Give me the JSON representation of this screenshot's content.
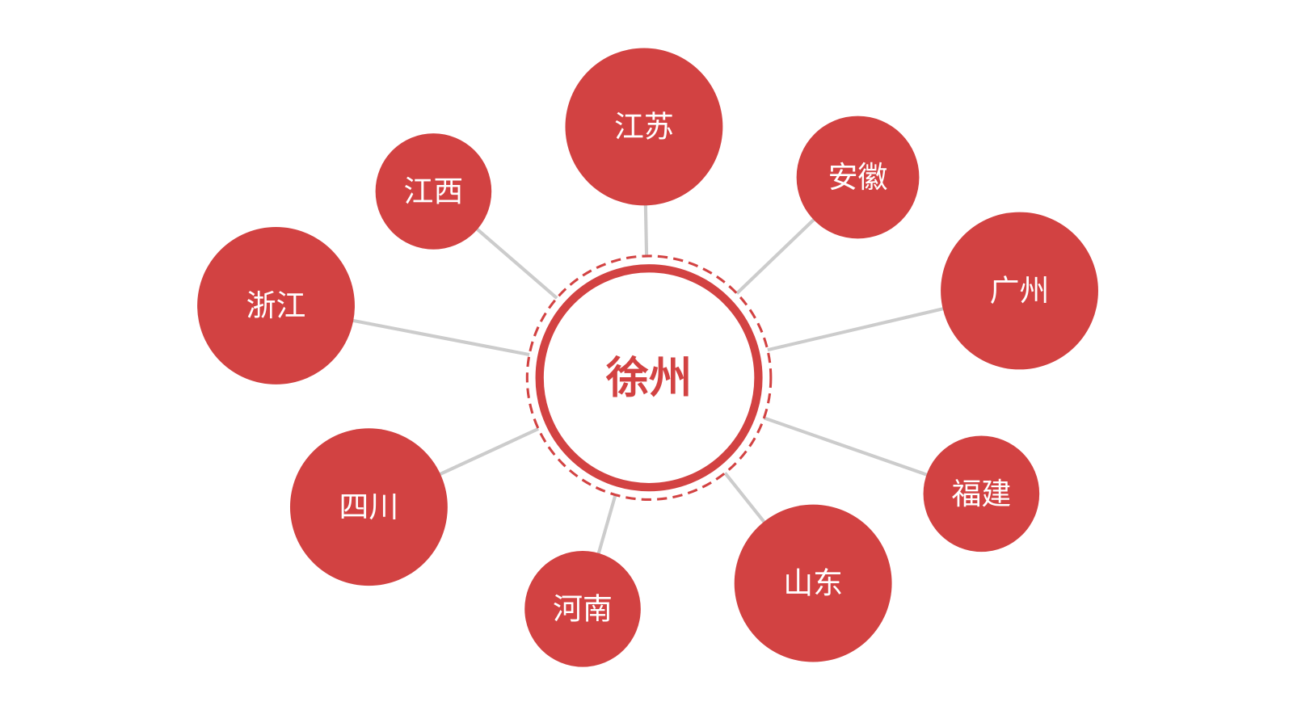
{
  "colors": {
    "accent": "#d24242",
    "connector": "#cccccc",
    "center_fill": "#ffffff"
  },
  "center": {
    "label": "徐州"
  },
  "nodes": [
    {
      "label": "江苏"
    },
    {
      "label": "安徽"
    },
    {
      "label": "广州"
    },
    {
      "label": "福建"
    },
    {
      "label": "山东"
    },
    {
      "label": "河南"
    },
    {
      "label": "四川"
    },
    {
      "label": "浙江"
    },
    {
      "label": "江西"
    }
  ]
}
